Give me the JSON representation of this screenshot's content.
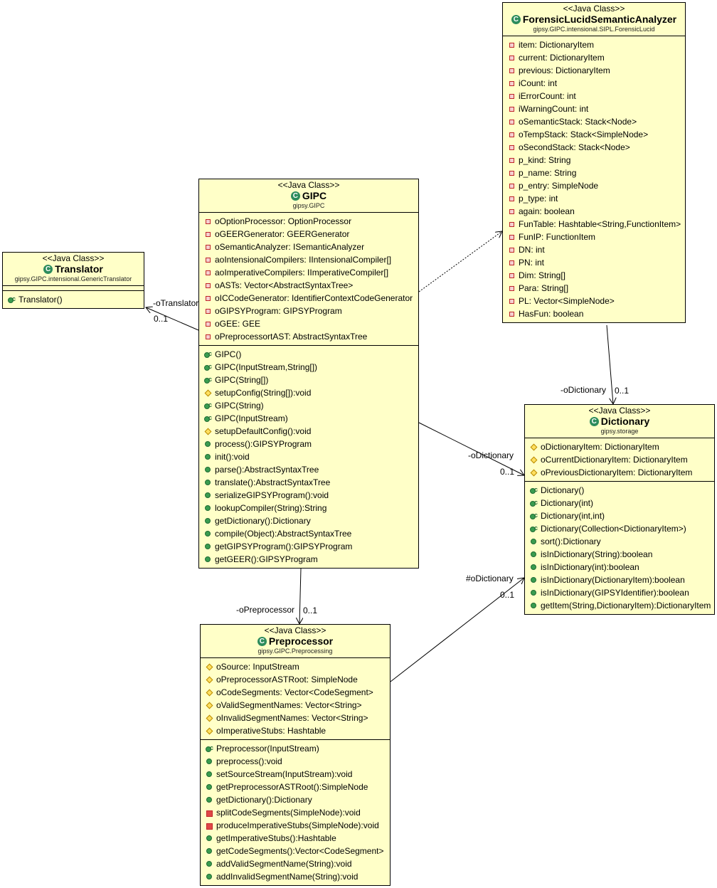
{
  "classes": [
    {
      "key": "translator",
      "stereotype": "<<Java Class>>",
      "name": "Translator",
      "package": "gipsy.GIPC.intensional.GenericTranslator",
      "attributes": [],
      "methods": [
        {
          "v": "ctor",
          "t": "Translator()"
        }
      ]
    },
    {
      "key": "gipc",
      "stereotype": "<<Java Class>>",
      "name": "GIPC",
      "package": "gipsy.GIPC",
      "attributes": [
        {
          "v": "priv",
          "t": "oOptionProcessor: OptionProcessor"
        },
        {
          "v": "priv",
          "t": "oGEERGenerator: GEERGenerator"
        },
        {
          "v": "priv",
          "t": "oSemanticAnalyzer: ISemanticAnalyzer"
        },
        {
          "v": "priv",
          "t": "aoIntensionalCompilers: IIntensionalCompiler[]"
        },
        {
          "v": "priv",
          "t": "aoImperativeCompilers: IImperativeCompiler[]"
        },
        {
          "v": "priv",
          "t": "oASTs: Vector<AbstractSyntaxTree>"
        },
        {
          "v": "priv",
          "t": "oICCodeGenerator: IdentifierContextCodeGenerator"
        },
        {
          "v": "priv",
          "t": "oGIPSYProgram: GIPSYProgram"
        },
        {
          "v": "priv",
          "t": "oGEE: GEE"
        },
        {
          "v": "priv",
          "t": "oPreprocessortAST: AbstractSyntaxTree"
        }
      ],
      "methods": [
        {
          "v": "ctor",
          "t": "GIPC()"
        },
        {
          "v": "ctor",
          "t": "GIPC(InputStream,String[])"
        },
        {
          "v": "ctor",
          "t": "GIPC(String[])"
        },
        {
          "v": "prmeth",
          "t": "setupConfig(String[]):void"
        },
        {
          "v": "ctor",
          "t": "GIPC(String)"
        },
        {
          "v": "ctor",
          "t": "GIPC(InputStream)"
        },
        {
          "v": "prmeth",
          "t": "setupDefaultConfig():void"
        },
        {
          "v": "pub",
          "t": "process():GIPSYProgram"
        },
        {
          "v": "pub",
          "t": "init():void"
        },
        {
          "v": "pub",
          "t": "parse():AbstractSyntaxTree"
        },
        {
          "v": "pub",
          "t": "translate():AbstractSyntaxTree"
        },
        {
          "v": "pub",
          "t": "serializeGIPSYProgram():void"
        },
        {
          "v": "pub",
          "t": "lookupCompiler(String):String"
        },
        {
          "v": "pub",
          "t": "getDictionary():Dictionary"
        },
        {
          "v": "pub",
          "t": "compile(Object):AbstractSyntaxTree"
        },
        {
          "v": "pub",
          "t": "getGIPSYProgram():GIPSYProgram"
        },
        {
          "v": "pub",
          "t": "getGEER():GIPSYProgram"
        }
      ]
    },
    {
      "key": "forensic",
      "stereotype": "<<Java Class>>",
      "name": "ForensicLucidSemanticAnalyzer",
      "package": "gipsy.GIPC.intensional.SIPL.ForensicLucid",
      "attributes": [
        {
          "v": "priv",
          "t": "item: DictionaryItem"
        },
        {
          "v": "priv",
          "t": "current: DictionaryItem"
        },
        {
          "v": "priv",
          "t": "previous: DictionaryItem"
        },
        {
          "v": "priv",
          "t": "iCount: int"
        },
        {
          "v": "priv",
          "t": "iErrorCount: int"
        },
        {
          "v": "priv",
          "t": "iWarningCount: int"
        },
        {
          "v": "priv",
          "t": "oSemanticStack: Stack<Node>"
        },
        {
          "v": "priv",
          "t": "oTempStack: Stack<SimpleNode>"
        },
        {
          "v": "priv",
          "t": "oSecondStack: Stack<Node>"
        },
        {
          "v": "priv",
          "t": "p_kind: String"
        },
        {
          "v": "priv",
          "t": "p_name: String"
        },
        {
          "v": "priv",
          "t": "p_entry: SimpleNode"
        },
        {
          "v": "priv",
          "t": "p_type: int"
        },
        {
          "v": "priv",
          "t": "again: boolean"
        },
        {
          "v": "priv",
          "t": "FunTable: Hashtable<String,FunctionItem>"
        },
        {
          "v": "priv",
          "t": "FunIP: FunctionItem"
        },
        {
          "v": "priv",
          "t": "DN: int"
        },
        {
          "v": "priv",
          "t": "PN: int"
        },
        {
          "v": "priv",
          "t": "Dim: String[]"
        },
        {
          "v": "priv",
          "t": "Para: String[]"
        },
        {
          "v": "priv",
          "t": "PL: Vector<SimpleNode>"
        },
        {
          "v": "priv",
          "t": "HasFun: boolean"
        }
      ],
      "methods": []
    },
    {
      "key": "dictionary",
      "stereotype": "<<Java Class>>",
      "name": "Dictionary",
      "package": "gipsy.storage",
      "attributes": [
        {
          "v": "prot",
          "t": "oDictionaryItem: DictionaryItem"
        },
        {
          "v": "prot",
          "t": "oCurrentDictionaryItem: DictionaryItem"
        },
        {
          "v": "prot",
          "t": "oPreviousDictionaryItem: DictionaryItem"
        }
      ],
      "methods": [
        {
          "v": "ctor",
          "t": "Dictionary()"
        },
        {
          "v": "ctor",
          "t": "Dictionary(int)"
        },
        {
          "v": "ctor",
          "t": "Dictionary(int,int)"
        },
        {
          "v": "ctor",
          "t": "Dictionary(Collection<DictionaryItem>)"
        },
        {
          "v": "pub",
          "t": "sort():Dictionary"
        },
        {
          "v": "pub",
          "t": "isInDictionary(String):boolean"
        },
        {
          "v": "pub",
          "t": "isInDictionary(int):boolean"
        },
        {
          "v": "pub",
          "t": "isInDictionary(DictionaryItem):boolean"
        },
        {
          "v": "pub",
          "t": "isInDictionary(GIPSYIdentifier):boolean"
        },
        {
          "v": "pub",
          "t": "getItem(String,DictionaryItem):DictionaryItem"
        }
      ]
    },
    {
      "key": "preprocessor",
      "stereotype": "<<Java Class>>",
      "name": "Preprocessor",
      "package": "gipsy.GIPC.Preprocessing",
      "attributes": [
        {
          "v": "prot",
          "t": "oSource: InputStream"
        },
        {
          "v": "prot",
          "t": "oPreprocessorASTRoot: SimpleNode"
        },
        {
          "v": "prot",
          "t": "oCodeSegments: Vector<CodeSegment>"
        },
        {
          "v": "prot",
          "t": "oValidSegmentNames: Vector<String>"
        },
        {
          "v": "prot",
          "t": "oInvalidSegmentNames: Vector<String>"
        },
        {
          "v": "prot",
          "t": "oImperativeStubs: Hashtable"
        }
      ],
      "methods": [
        {
          "v": "ctor",
          "t": "Preprocessor(InputStream)"
        },
        {
          "v": "pub",
          "t": "preprocess():void"
        },
        {
          "v": "pub",
          "t": "setSourceStream(InputStream):void"
        },
        {
          "v": "pub",
          "t": "getPreprocessorASTRoot():SimpleNode"
        },
        {
          "v": "pub",
          "t": "getDictionary():Dictionary"
        },
        {
          "v": "pmeth",
          "t": "splitCodeSegments(SimpleNode):void"
        },
        {
          "v": "pmeth",
          "t": "produceImperativeStubs(SimpleNode):void"
        },
        {
          "v": "pub",
          "t": "getImperativeStubs():Hashtable"
        },
        {
          "v": "pub",
          "t": "getCodeSegments():Vector<CodeSegment>"
        },
        {
          "v": "pub",
          "t": "addValidSegmentName(String):void"
        },
        {
          "v": "pub",
          "t": "addInvalidSegmentName(String):void"
        }
      ]
    }
  ],
  "associations": {
    "oTranslator": {
      "role": "-oTranslator",
      "mult": "0..1"
    },
    "gipcDictionary": {
      "role": "-oDictionary",
      "mult": "0..1"
    },
    "forensicDictionary": {
      "role": "-oDictionary",
      "mult": "0..1"
    },
    "oPreprocessor": {
      "role": "-oPreprocessor",
      "mult": "0..1"
    },
    "preDictionary": {
      "role": "#oDictionary",
      "mult": "0..1"
    }
  },
  "colors": {
    "classFill": "#ffffc8",
    "classIcon": "#2d8c5c"
  }
}
